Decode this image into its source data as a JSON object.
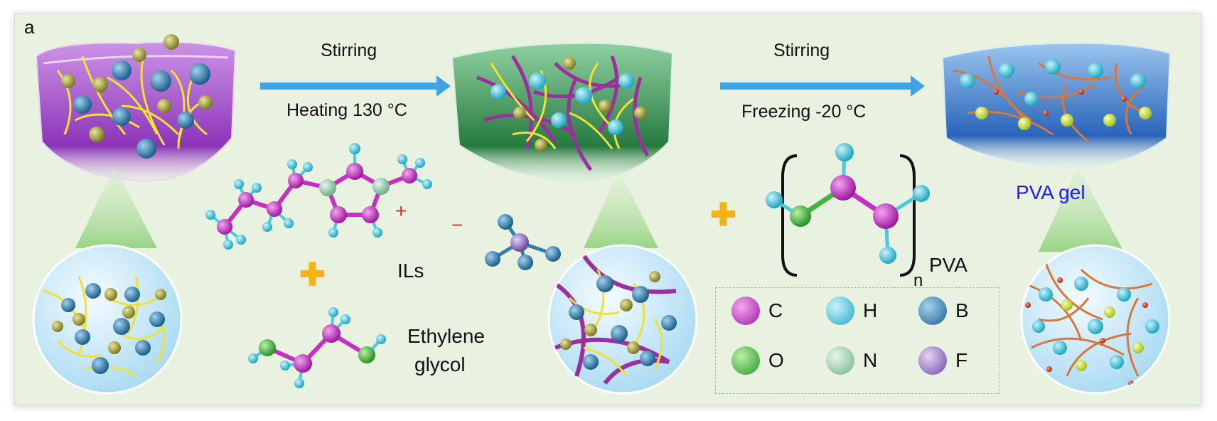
{
  "panel_label": "a",
  "steps": {
    "step1_top": "Stirring",
    "step1_bottom": "Heating 130 °C",
    "step2_top": "Stirring",
    "step2_bottom": "Freezing -20 °C"
  },
  "labels": {
    "ionic_liquids": "ILs",
    "ethylene_glycol_line1": "Ethylene",
    "ethylene_glycol_line2": "glycol",
    "pva": "PVA",
    "pva_subscript": "n",
    "pva_gel": "PVA gel",
    "cation_sign": "+",
    "anion_sign": "−",
    "plus_sign": "✚"
  },
  "legend": [
    {
      "symbol": "C",
      "color": "#c52fc4"
    },
    {
      "symbol": "H",
      "color": "#44cde0"
    },
    {
      "symbol": "B",
      "color": "#2f7fb0"
    },
    {
      "symbol": "O",
      "color": "#3fb53a"
    },
    {
      "symbol": "N",
      "color": "#9fd3b1"
    },
    {
      "symbol": "F",
      "color": "#9a72c4"
    }
  ],
  "colors": {
    "arrow": "#3fa3e6",
    "background": "#e9f1e1",
    "stage1_gel": "#9b4fc4",
    "stage2_gel": "#2f8a4c",
    "stage3_gel": "#3b7fd0",
    "fiber_yellow": "#e9e02c",
    "polymer_orange": "#d9773a"
  }
}
